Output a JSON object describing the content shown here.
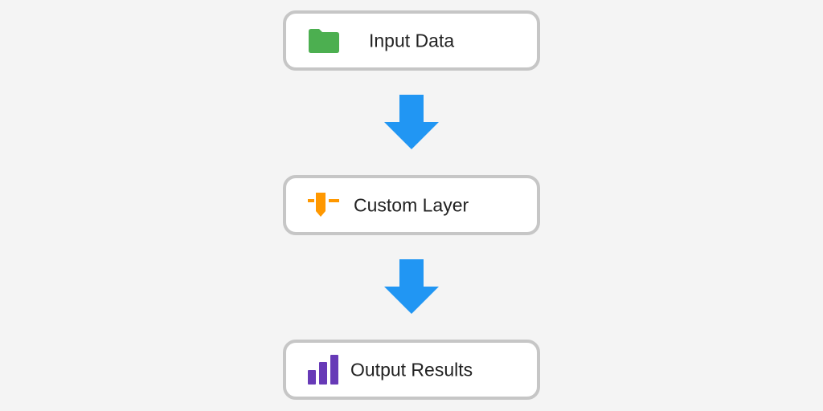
{
  "nodes": [
    {
      "label": "Input Data",
      "icon": "folder-icon",
      "icon_color": "#4caf50"
    },
    {
      "label": "Custom Layer",
      "icon": "custom-layer-icon",
      "icon_color": "#ff9800"
    },
    {
      "label": "Output Results",
      "icon": "bar-chart-icon",
      "icon_color": "#673ab7"
    }
  ],
  "colors": {
    "background": "#f4f4f4",
    "node_fill": "#ffffff",
    "node_border": "#c6c6c6",
    "arrow": "#2196f3",
    "text": "#222222"
  }
}
